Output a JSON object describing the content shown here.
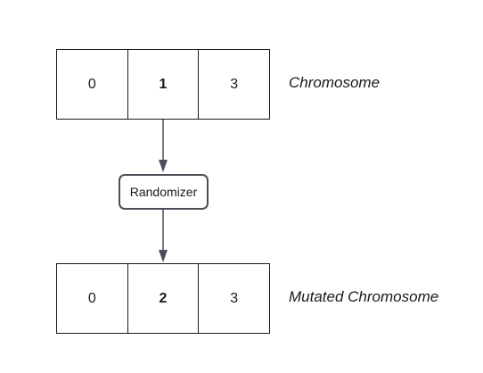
{
  "diagram": {
    "chromosome": {
      "genes": [
        {
          "value": "0",
          "bold": false
        },
        {
          "value": "1",
          "bold": true
        },
        {
          "value": "3",
          "bold": false
        }
      ],
      "label": "Chromosome"
    },
    "process": {
      "label": "Randomizer"
    },
    "mutated_chromosome": {
      "genes": [
        {
          "value": "0",
          "bold": false
        },
        {
          "value": "2",
          "bold": true
        },
        {
          "value": "3",
          "bold": false
        }
      ],
      "label": "Mutated Chromosome"
    },
    "colors": {
      "line": "#1a1a1a",
      "arrow": "#4a4f57"
    }
  }
}
